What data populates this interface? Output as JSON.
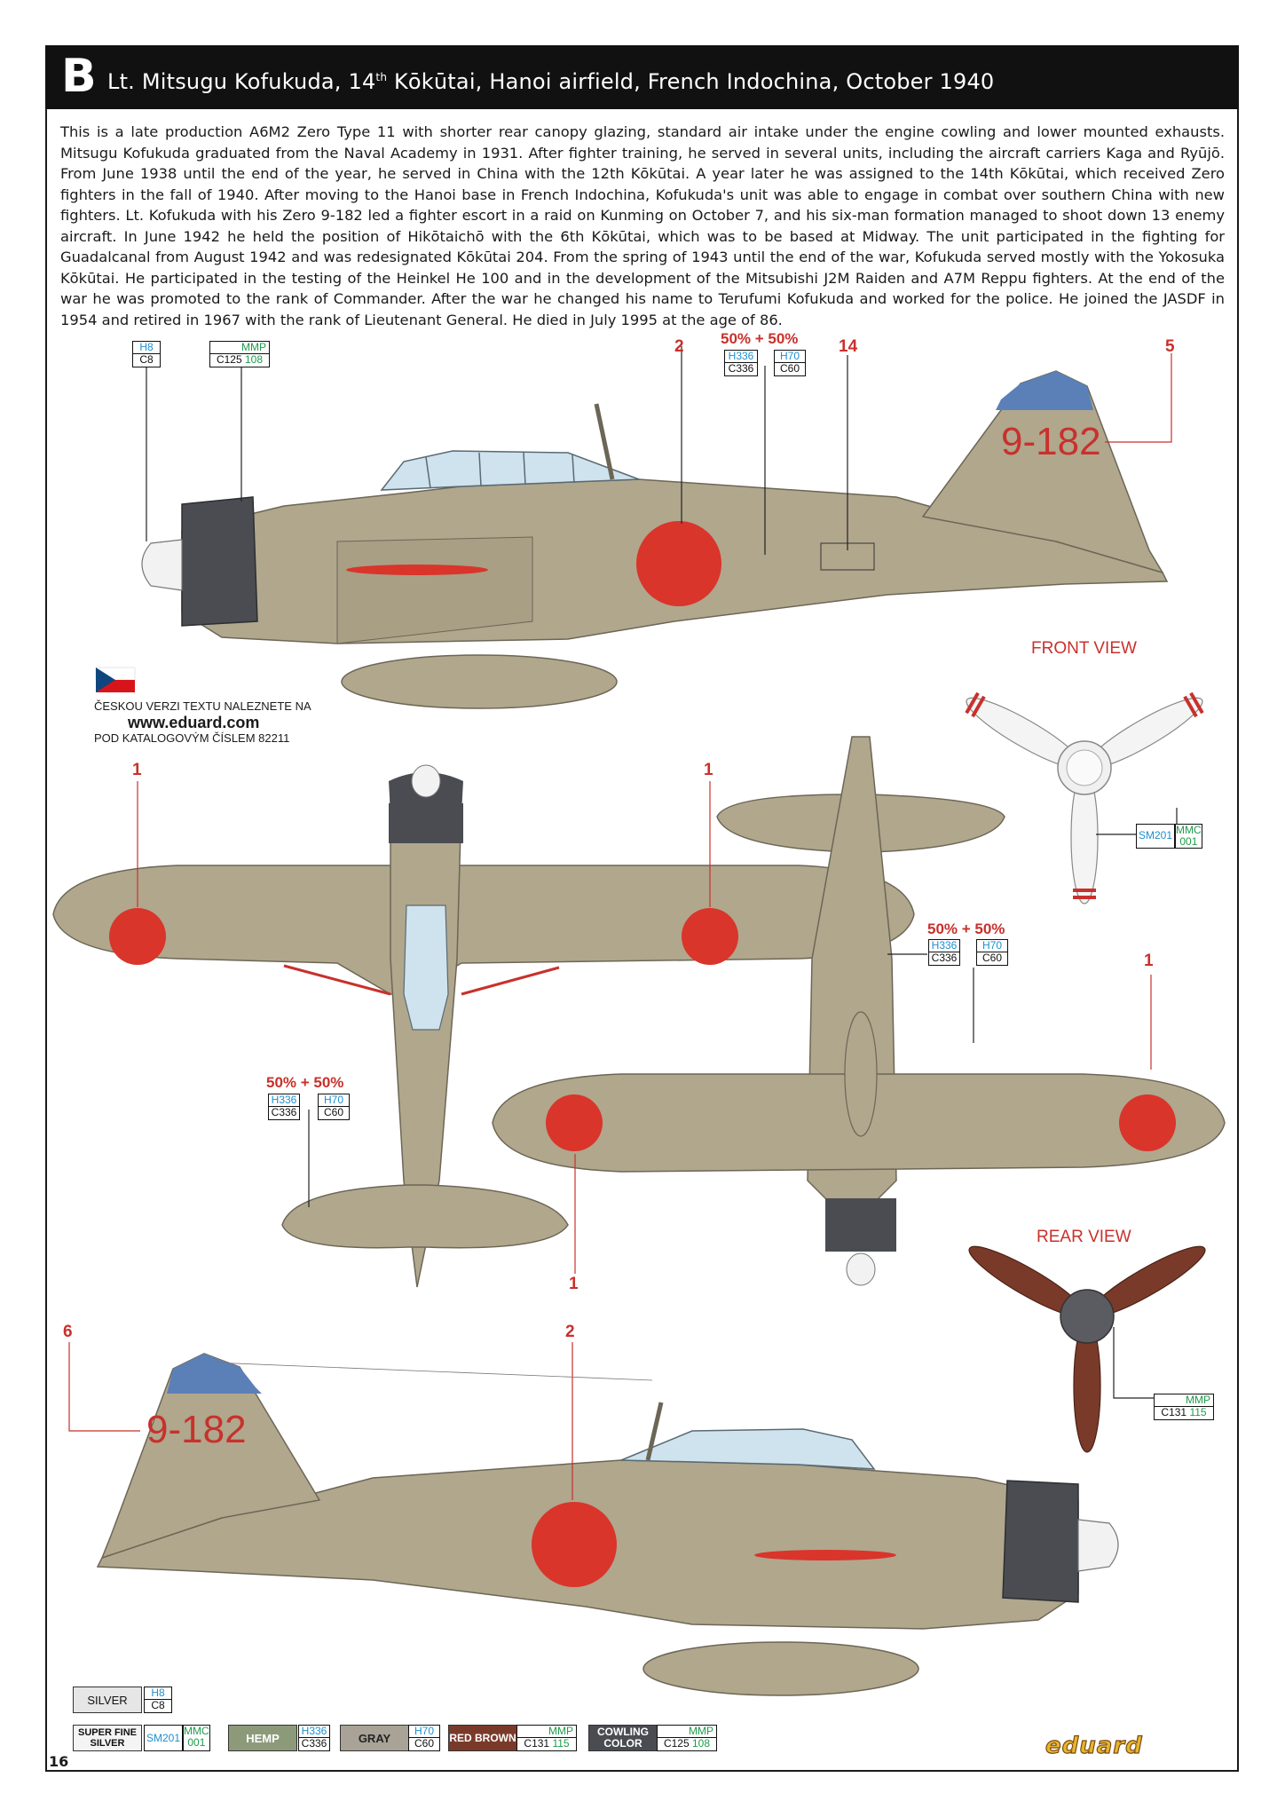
{
  "header": {
    "letter": "B",
    "title_pre": "Lt. Mitsugu Kofukuda, 14",
    "title_sup": "th",
    "title_post": " Kōkūtai, Hanoi airfield, French Indochina, October 1940"
  },
  "description": "This is a late production A6M2 Zero Type 11 with shorter rear canopy glazing, standard air intake under the engine cowling and lower mounted exhausts. Mitsugu Kofukuda graduated from the Naval Academy in 1931. After fighter training, he served in several units, including the aircraft carriers Kaga and Ryūjō. From June 1938 until the end of the year, he served in China with the 12th Kōkūtai. A year later he was assigned to the 14th Kōkūtai, which received Zero fighters in the fall of 1940. After moving to the Hanoi base in French Indochina, Kofukuda's unit was able to engage in combat over southern China with new fighters. Lt. Kofukuda with his Zero 9-182 led a fighter escort in a raid on Kunming on October 7, and his six-man formation managed to shoot down 13 enemy aircraft. In June 1942 he held the position of Hikōtaichō with the 6th Kōkūtai, which was to be based at Midway. The unit participated in the fighting for Guadalcanal from August 1942 and was redesignated Kōkūtai 204. From the spring of 1943 until the end of the war, Kofukuda served mostly with the Yokosuka Kōkūtai. He participated in the testing of the Heinkel He 100 and in the development of the Mitsubishi J2M Raiden and A7M Reppu fighters. At the end of the war he was promoted to the rank of Commander. After the war he changed his name to Terufumi Kofukuda and worked for the police. He joined the JASDF in 1954 and retired in 1967 with the rank of Lieutenant General. He died in July 1995 at the age of 86.",
  "aircraft_code": "9-182",
  "views": {
    "front": "FRONT VIEW",
    "rear": "REAR VIEW"
  },
  "mix_label": "50% + 50%",
  "callouts": {
    "c1": "1",
    "c2": "2",
    "c5": "5",
    "c6": "6",
    "c14": "14"
  },
  "codes": {
    "silver": {
      "top": "H8",
      "bot": "C8"
    },
    "cowling": {
      "mmp": "MMP",
      "c": "C125",
      "n": "108"
    },
    "hemp": {
      "top": "H336",
      "bot": "C336"
    },
    "gray": {
      "top": "H70",
      "bot": "C60"
    },
    "red_brown": {
      "mmp": "MMP",
      "c": "C131",
      "n": "115"
    },
    "super_fine_silver": {
      "sm": "SM201",
      "mmc": "MMC",
      "n": "001"
    }
  },
  "czech_note": {
    "line1": "ČESKOU VERZI TEXTU NALEZNETE NA",
    "url": "www.eduard.com",
    "line2": "POD KATALOGOVÝM ČÍSLEM 82211"
  },
  "legend": {
    "silver": "SILVER",
    "super_fine_silver": "SUPER FINE SILVER",
    "hemp": "HEMP",
    "gray": "GRAY",
    "red_brown": "RED BROWN",
    "cowling": "COWLING COLOR"
  },
  "page_number": "16",
  "brand": "eduard",
  "colors": {
    "hemp": "#b0a78d",
    "cowling": "#4a4c52",
    "hinomaru": "#d9352b",
    "red_brown": "#7a3a2a",
    "blue_band": "#5b80b8",
    "code_blue": "#1d8fd0",
    "code_green": "#1f9a4a"
  }
}
